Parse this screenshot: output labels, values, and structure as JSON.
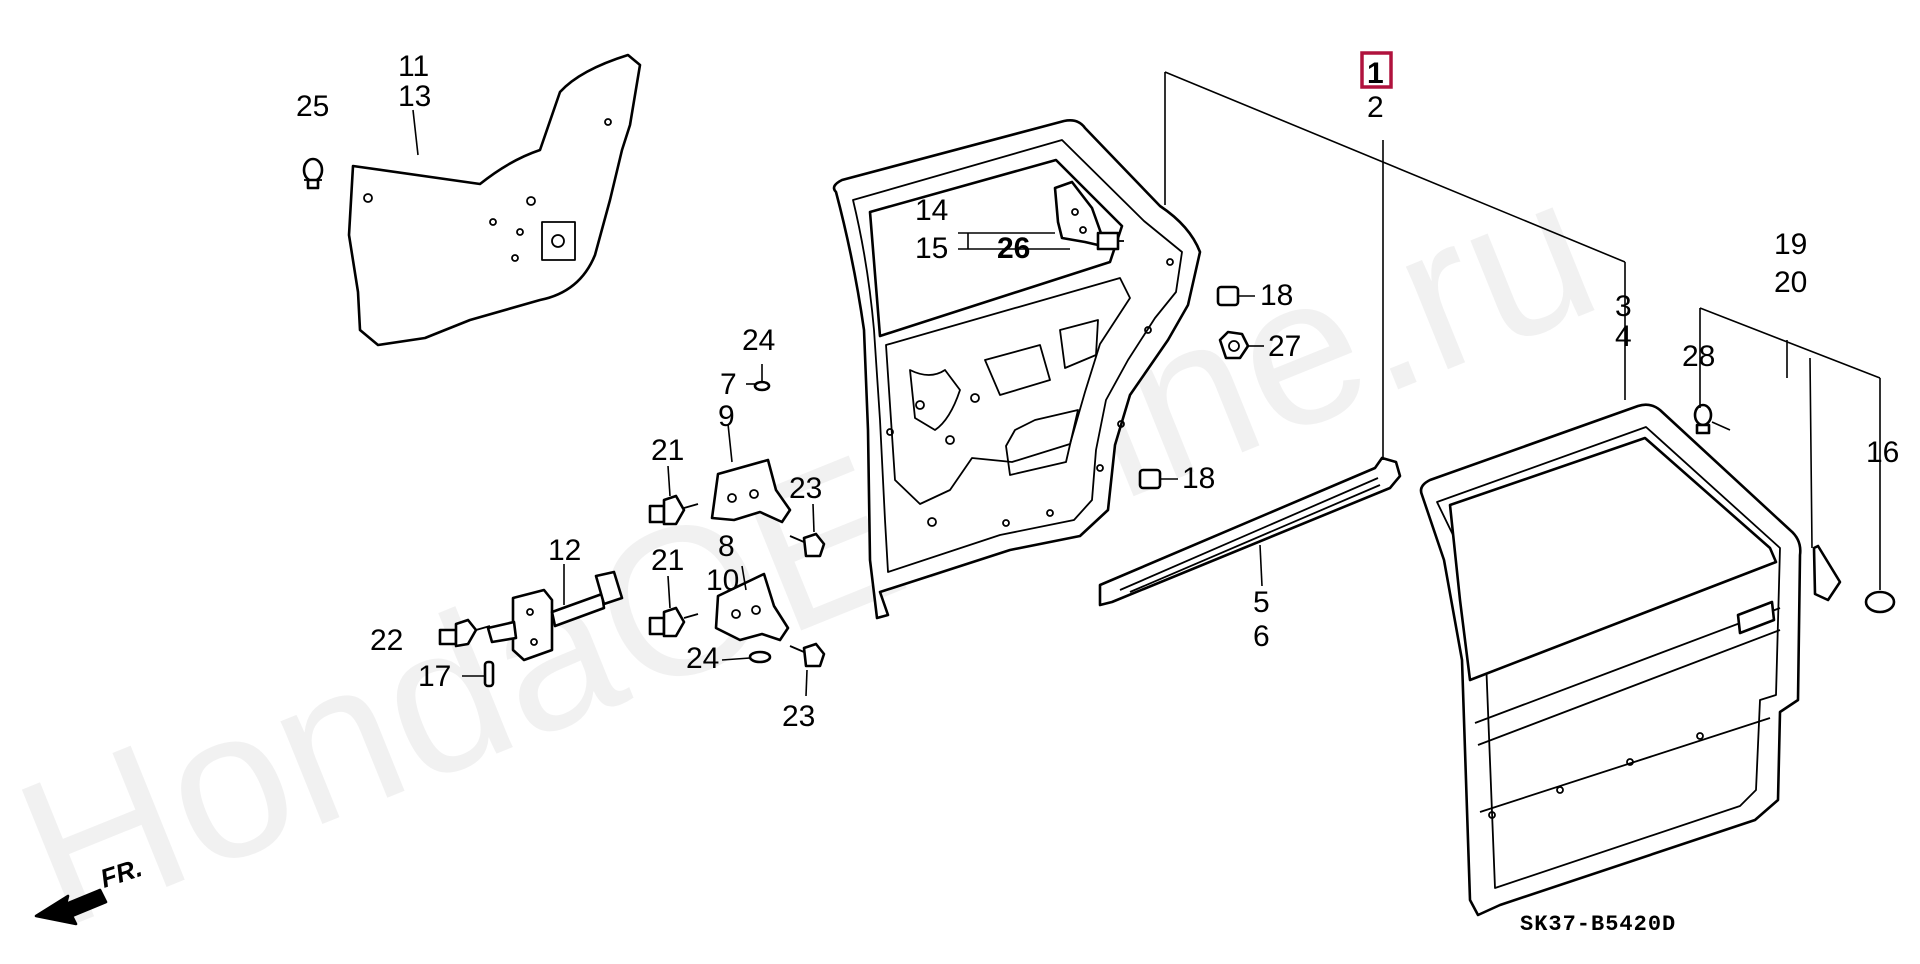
{
  "diagram": {
    "code": "SK37-B5420D",
    "direction_label": "FR.",
    "watermark": "HondaOEMline.ru",
    "highlighted_part": "1",
    "colors": {
      "line": "#000000",
      "highlight": "#b0123d",
      "background": "#ffffff"
    },
    "callouts": {
      "c1": "1",
      "c2": "2",
      "c3": "3",
      "c4": "4",
      "c5": "5",
      "c6": "6",
      "c7": "7",
      "c8": "8",
      "c9": "9",
      "c10": "10",
      "c11": "11",
      "c12": "12",
      "c13": "13",
      "c14": "14",
      "c15": "15",
      "c16": "16",
      "c17": "17",
      "c18a": "18",
      "c18b": "18",
      "c19": "19",
      "c20": "20",
      "c21a": "21",
      "c21b": "21",
      "c22": "22",
      "c23a": "23",
      "c23b": "23",
      "c24a": "24",
      "c24b": "24",
      "c25": "25",
      "c26": "26",
      "c27": "27",
      "c28": "28"
    }
  }
}
